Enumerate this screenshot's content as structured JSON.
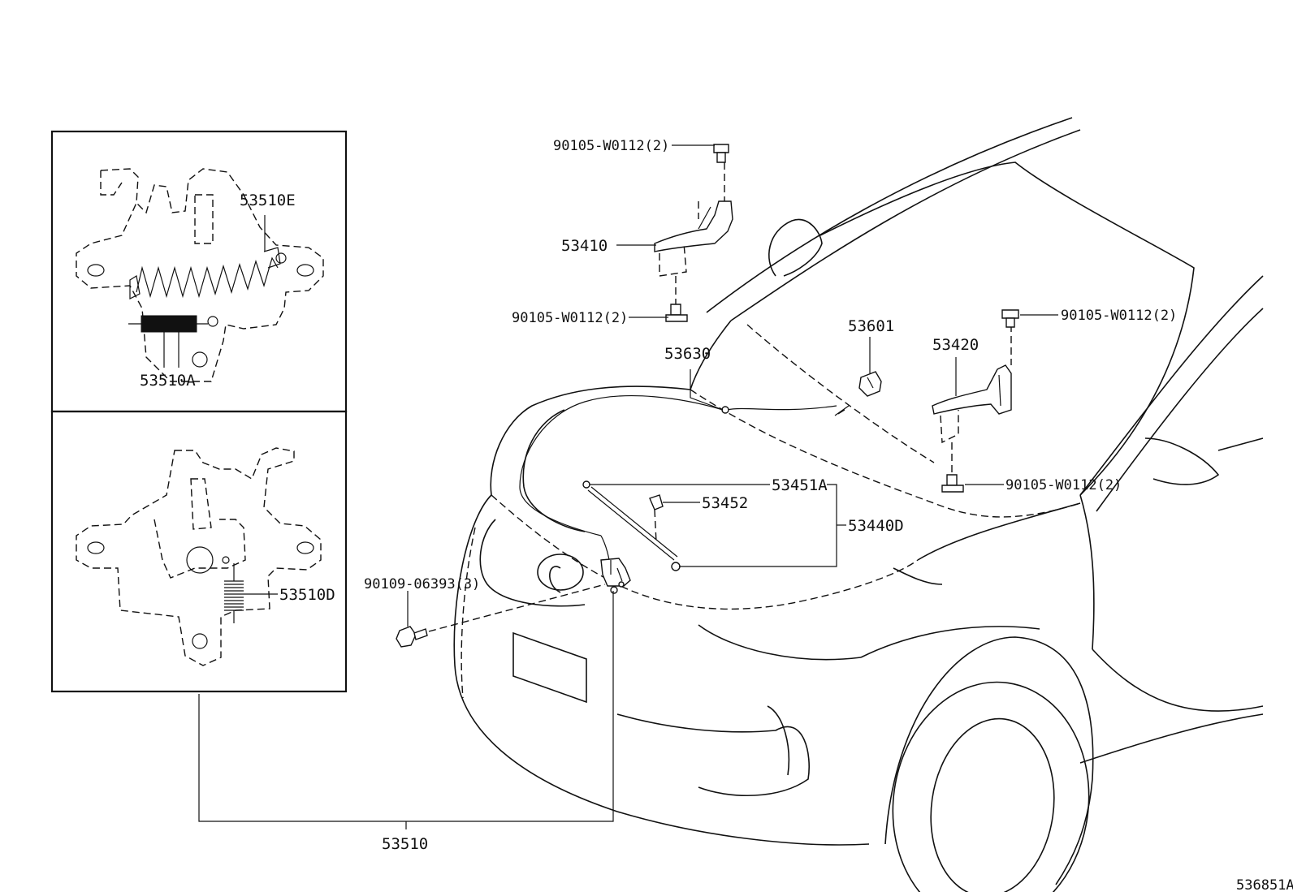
{
  "labels": {
    "bolt_top_left": "90105-W0112(2)",
    "hinge_left": "53410",
    "bolt_left_lower": "90105-W0112(2)",
    "cable": "53630",
    "lock_hood": "53601",
    "hinge_right": "53420",
    "bolt_right_upper": "90105-W0112(2)",
    "bolt_right_lower": "90105-W0112(2)",
    "rod_end": "53451A",
    "rod_clamp": "53452",
    "support_rod_set": "53440D",
    "bolt_latch": "90109-06393(3)",
    "latch_assembly": "53510",
    "spring_upper": "53510E",
    "spring_lower_a": "53510A",
    "spring_lower_d": "53510D",
    "diagram_id": "536851A"
  }
}
